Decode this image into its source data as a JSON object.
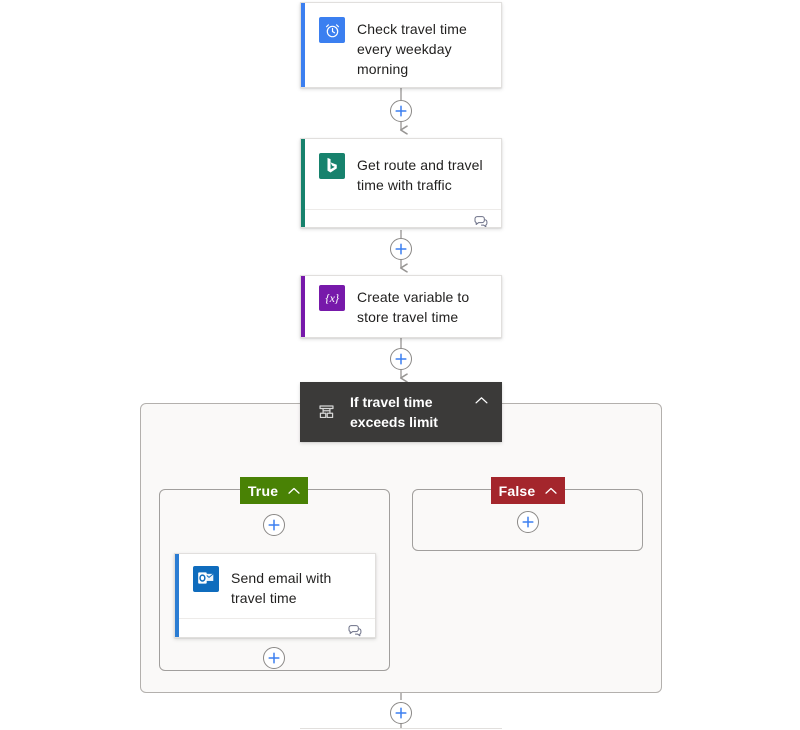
{
  "flow": {
    "nodes": [
      {
        "id": "trigger",
        "kind": "action-card",
        "title": "Check travel time every weekday morning",
        "icon": "alarm-clock-icon",
        "icon_bg": "#3b7ff0",
        "accent": "#3b7ff0",
        "has_footer": false
      },
      {
        "id": "bing-route",
        "kind": "action-card",
        "title": "Get route and travel time with traffic",
        "icon": "bing-maps-icon",
        "icon_bg": "#17826d",
        "accent": "#17826d",
        "has_footer": true,
        "footer_icon": "comment-icon"
      },
      {
        "id": "init-variable",
        "kind": "action-card",
        "title": "Create variable to store travel time",
        "icon": "variable-braces-icon",
        "icon_bg": "#7719aa",
        "accent": "#7719aa",
        "has_footer": false
      },
      {
        "id": "condition",
        "kind": "condition-header",
        "title": "If travel time exceeds limit",
        "icon": "control-condition-icon",
        "header_bg": "#3b3a39",
        "caret": "chevron-up-icon"
      },
      {
        "id": "send-email",
        "kind": "action-card",
        "title": "Send email with travel time",
        "icon": "outlook-icon",
        "icon_bg": "#0f6cbd",
        "accent": "#2b7cd3",
        "has_footer": true,
        "footer_icon": "comment-icon"
      }
    ],
    "branches": [
      {
        "id": "true-branch",
        "label": "True",
        "color": "#498205",
        "caret": "chevron-up-icon"
      },
      {
        "id": "false-branch",
        "label": "False",
        "color": "#a4262c",
        "caret": "chevron-up-icon"
      }
    ],
    "add_buttons": [
      {
        "id": "add-after-trigger",
        "label": "+"
      },
      {
        "id": "add-after-bing",
        "label": "+"
      },
      {
        "id": "add-after-variable",
        "label": "+"
      },
      {
        "id": "add-in-true-top",
        "label": "+"
      },
      {
        "id": "add-in-true-bottom",
        "label": "+"
      },
      {
        "id": "add-in-false",
        "label": "+"
      },
      {
        "id": "add-after-condition",
        "label": "+"
      }
    ],
    "colors": {
      "canvas": "#ffffff",
      "card_bg": "#ffffff",
      "card_border": "#e1dfdd",
      "scope_bg": "#faf9f8",
      "scope_border": "#b3b0ad",
      "connector": "#979593",
      "plus_accent": "#3b7ff0",
      "text": "#201f1e"
    }
  }
}
